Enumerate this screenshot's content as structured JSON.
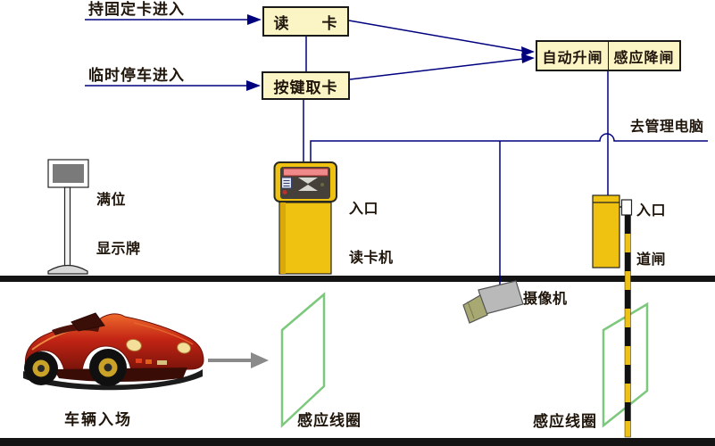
{
  "colors": {
    "line": "#00007f",
    "box_fill": "#fbf5c6",
    "box_border": "#1a1a1a",
    "machine": "#efc110",
    "machine_dark": "#45413a",
    "strip_pink": "#f08a8a",
    "coil": "#7cc87c",
    "road": "#141414",
    "text": "#1f150a",
    "camera_body": "#b9b9b9",
    "camera_lens": "#a8a873",
    "car_red": "#c22414",
    "arrow_gray": "#8a8a8a",
    "display_screen": "#7a7a7a"
  },
  "flowchart": {
    "entry_fixed_label": "持固定卡进入",
    "entry_temp_label": "临时停车进入",
    "read_card_box": "读　　卡",
    "press_key_box": "按键取卡",
    "auto_raise_cell": "自动升闸",
    "sense_lower_cell": "感应降闸",
    "to_computer_label": "去管理电脑"
  },
  "equipment": {
    "full_sign_label_line1": "满位",
    "full_sign_label_line2": "显示牌",
    "reader_label_line1": "入口",
    "reader_label_line2": "读卡机",
    "gate_label_line1": "入口",
    "gate_label_line2": "道闸",
    "camera_label": "摄像机",
    "coil_left_label": "感应线圈",
    "coil_right_label": "感应线圈",
    "vehicle_label": "车辆入场"
  }
}
